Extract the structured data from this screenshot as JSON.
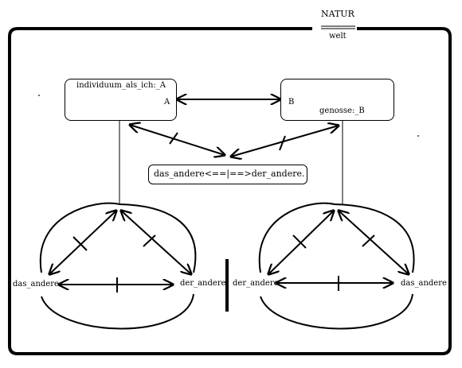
{
  "frame": {
    "title": "NATUR",
    "subtitle": "welt"
  },
  "nodes": {
    "individual": {
      "name": "individuum_als_ich:_A",
      "letter": "A"
    },
    "comrade": {
      "name": "genosse:_B",
      "letter": "B"
    },
    "center": {
      "label": "das_andere<==|==>der_andere."
    },
    "left_triangle": {
      "left": "das_andere",
      "right": "der_andere"
    },
    "right_triangle": {
      "left": "der_andere",
      "right": "das_andere"
    }
  },
  "colors": {
    "ink": "#000000",
    "paper": "#ffffff"
  }
}
